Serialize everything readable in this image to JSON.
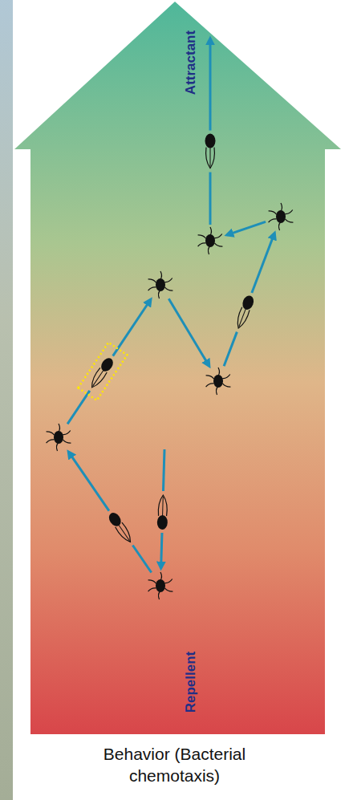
{
  "diagram": {
    "caption": "Behavior (Bacterial chemotaxis)",
    "labels": [
      "Attractant",
      "Repellent"
    ]
  }
}
